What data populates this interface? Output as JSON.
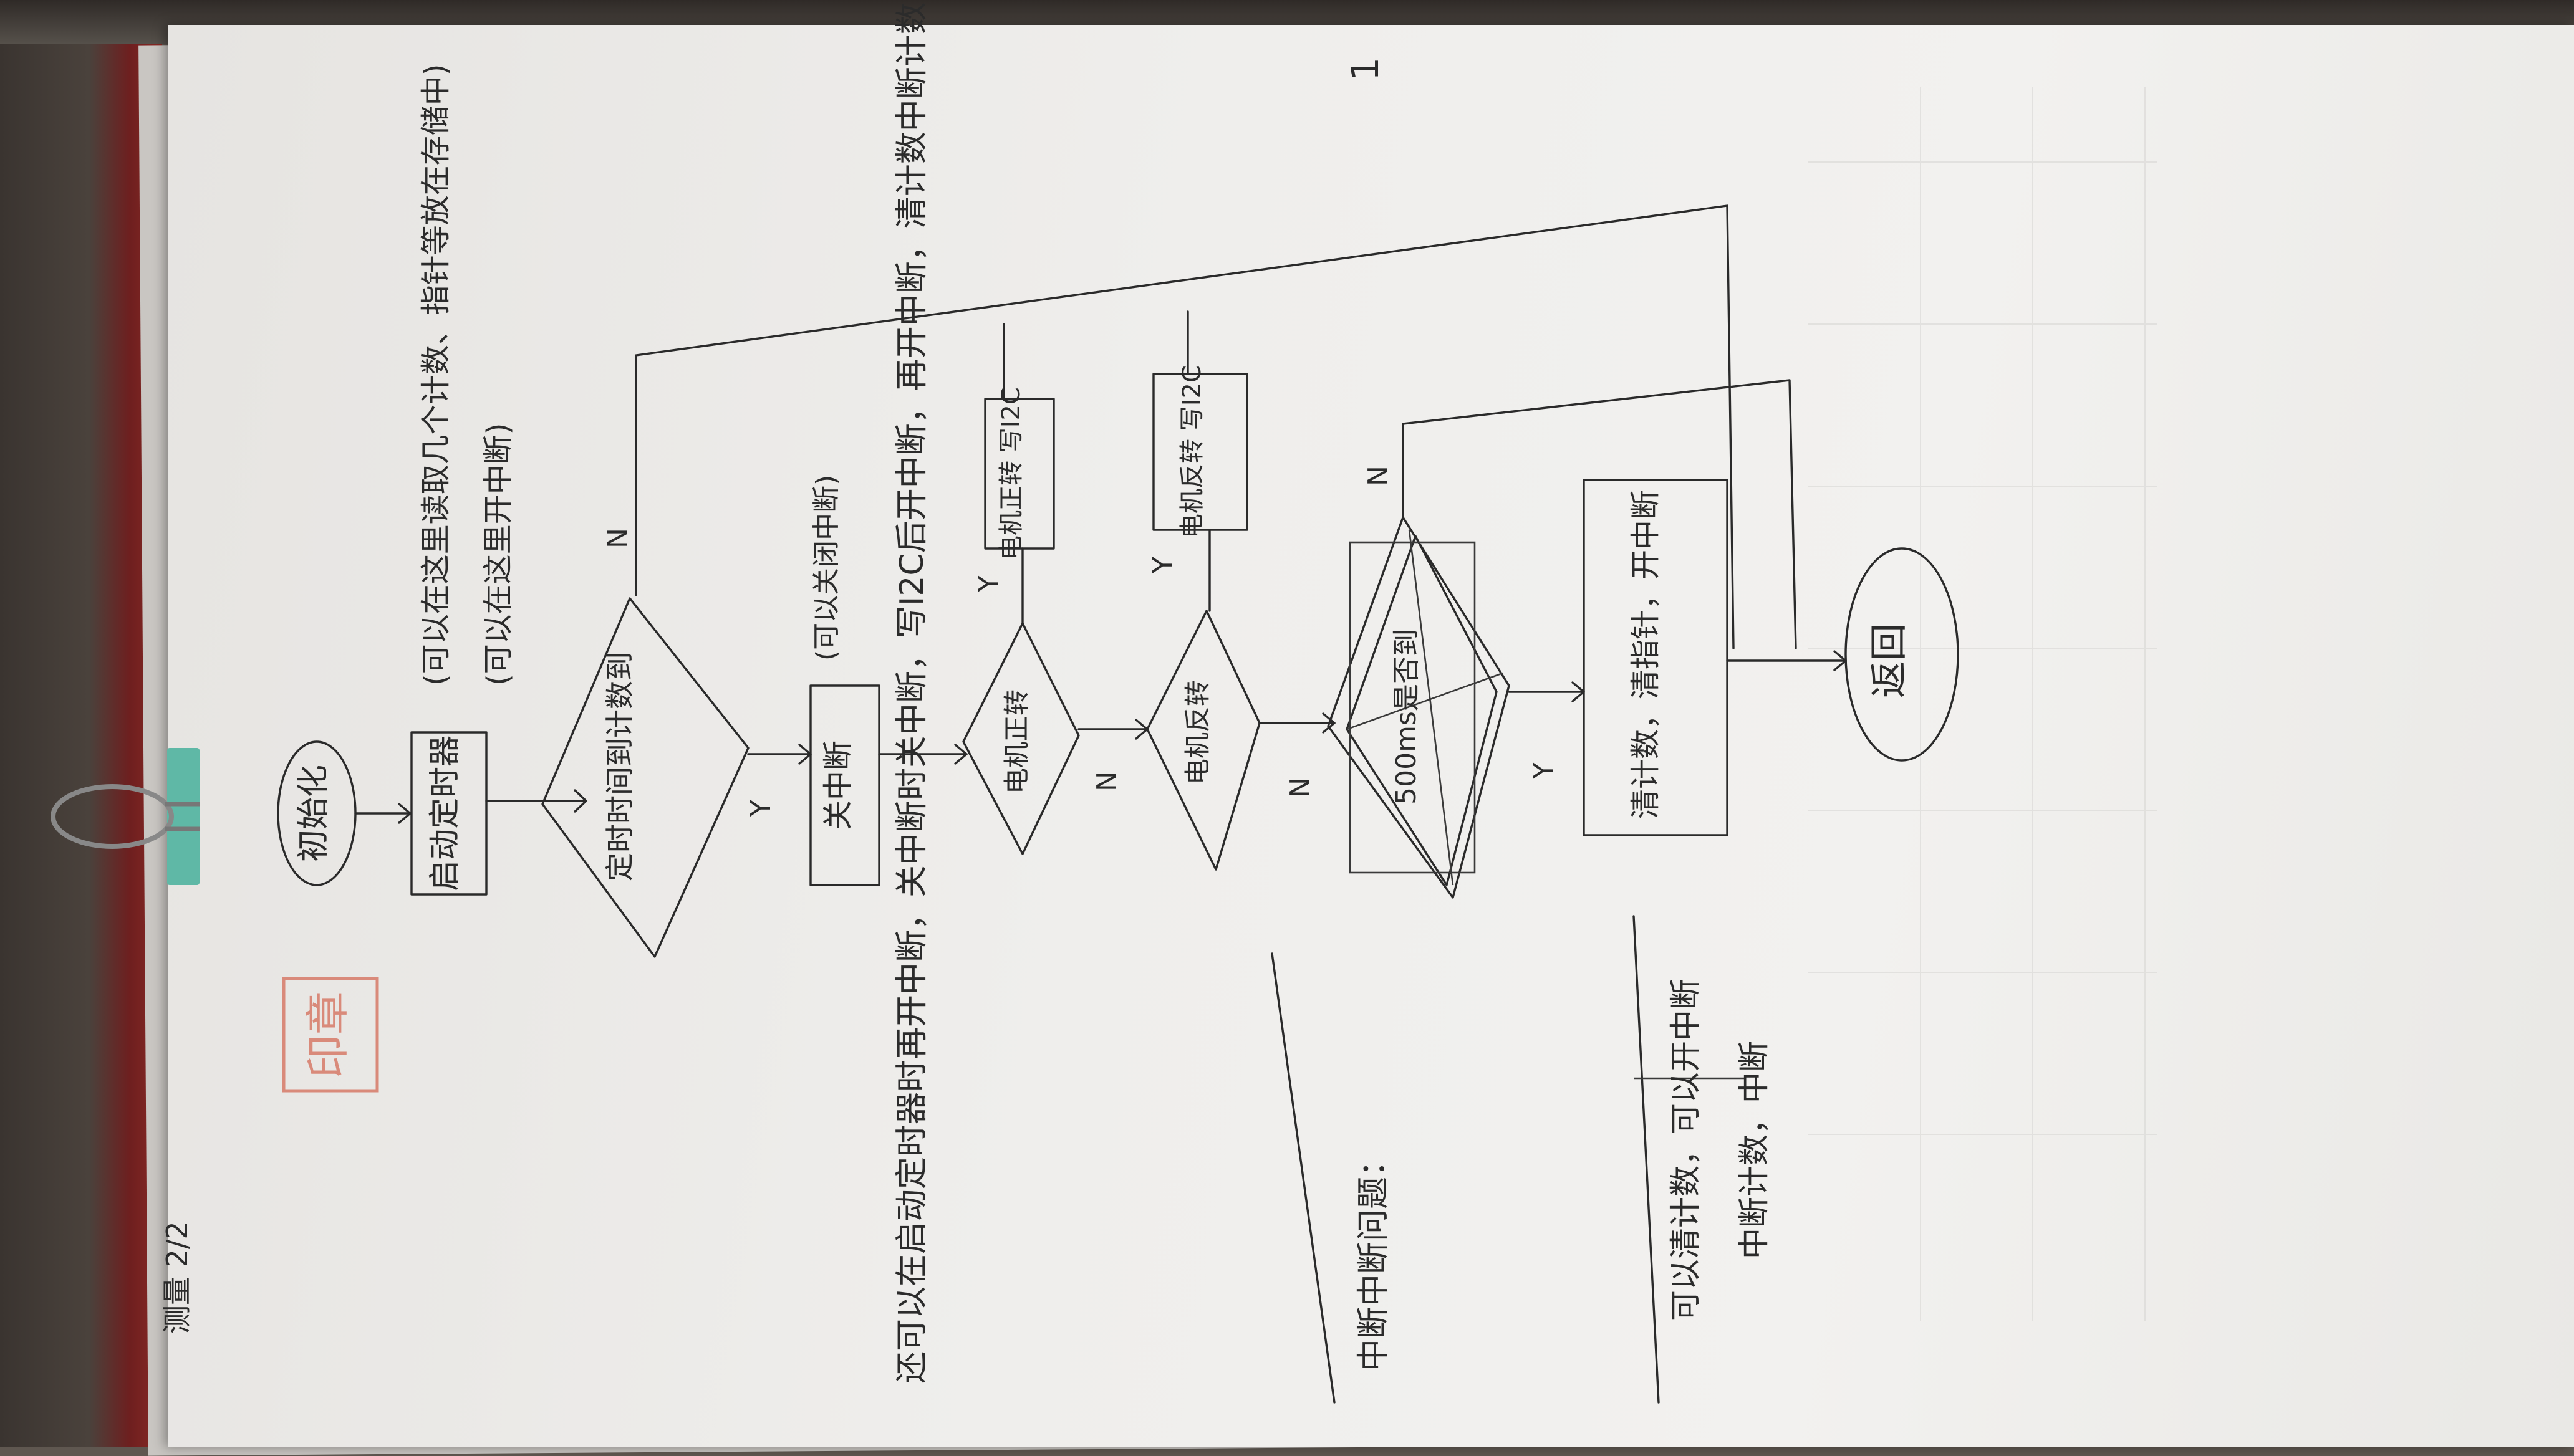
{
  "page_corner_mark": "1",
  "margin_note": "测量 2/2",
  "nodes": {
    "start": "初始化",
    "start_timer": "启动定时器",
    "start_timer_note": "(可以在这里读取几个计数、指针等放在存储中)",
    "start_timer_note_2": "(可以在这里开中断)",
    "decision_time": "定时时间到计数到",
    "close_interrupt": "关中断",
    "close_interrupt_note": "(可以关闭中断)",
    "decision_motor_forward": "电机正转",
    "write_forward": "电机正转 写I2C",
    "decision_motor_reverse": "电机反转",
    "write_reverse": "电机反转 写I2C",
    "decision_500ms": "500ms是否到",
    "clear_count": "清计数，清指针，开中断",
    "return": "返回"
  },
  "edge_labels": {
    "y1": "Y",
    "n1": "N",
    "y2": "Y",
    "n2": "N",
    "y3": "Y",
    "n3": "N",
    "y4": "Y",
    "n4": "N"
  },
  "notes": {
    "left_block": "还可以在启动定时器时再开中断，关中断时关中断，写I2C后开中断，再开中断，清计数中断计数",
    "left_block_2": "中断中断问题：",
    "bottom_block": "可以清计数，可以开中断",
    "bottom_block_2": "中断计数，中断"
  },
  "stamp": "印章",
  "colors": {
    "ink": "#2a2a2a",
    "paper": "#efeeec",
    "binder_clip": "#5fb8a6",
    "stamp": "#d98a7a"
  }
}
